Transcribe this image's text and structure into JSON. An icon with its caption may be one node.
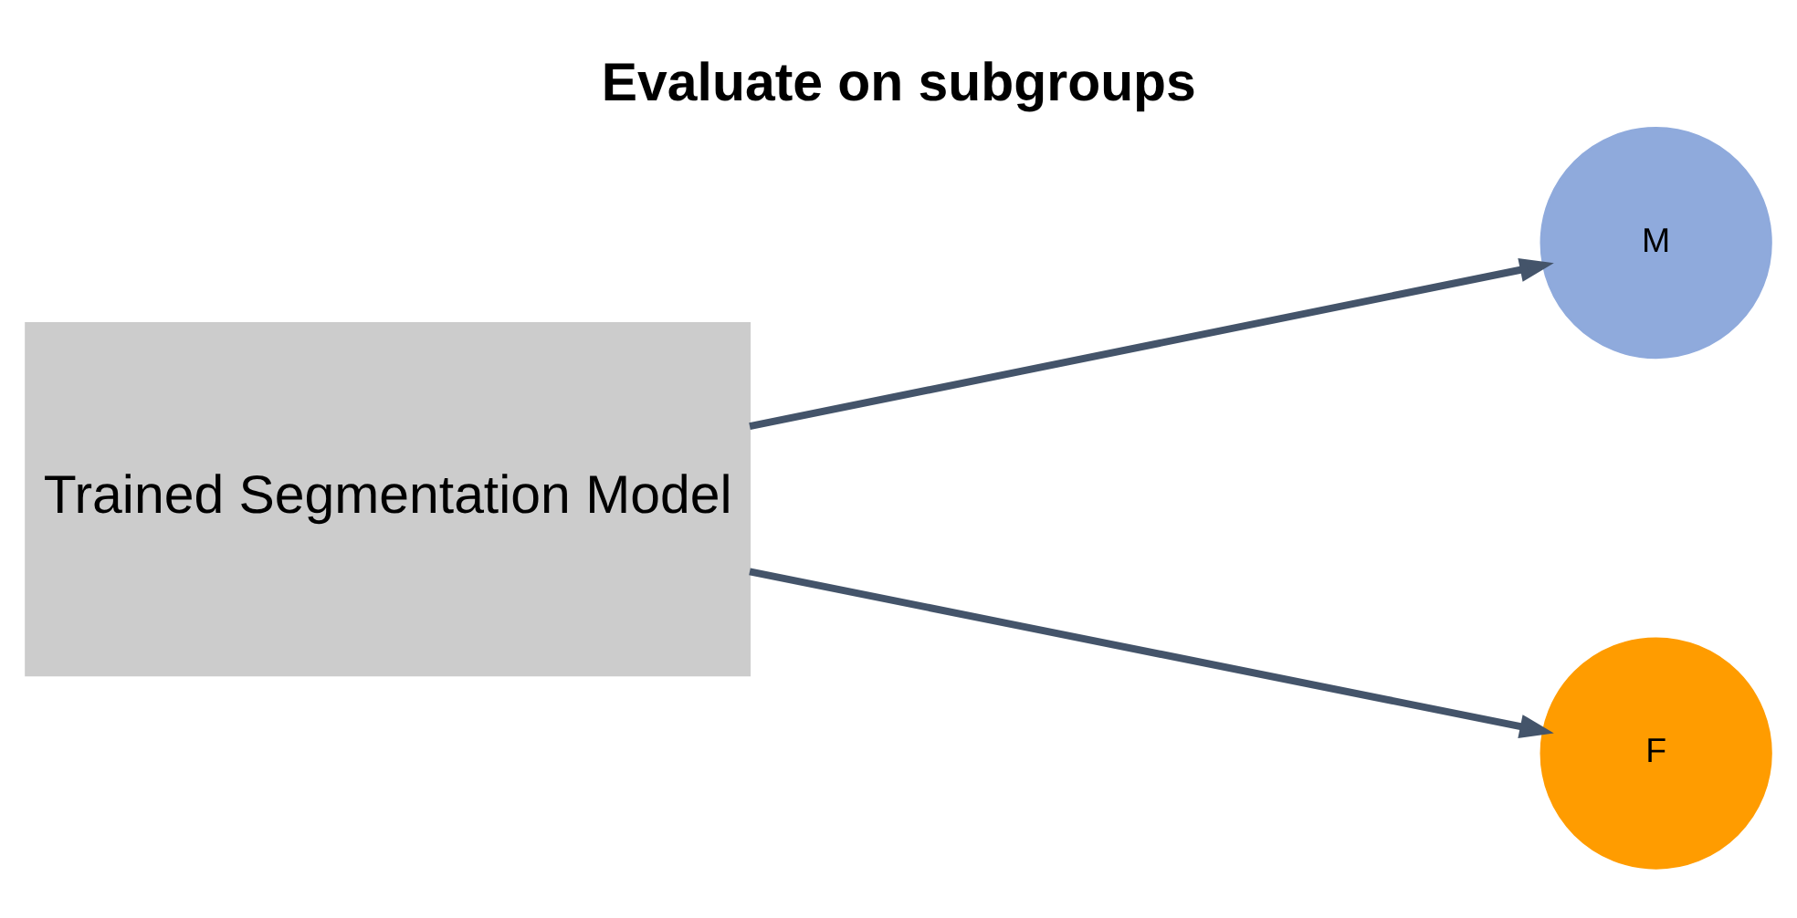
{
  "diagram": {
    "title": "Evaluate on subgroups",
    "nodes": [
      {
        "text": [
          "Trained Segmentation Model"
        ]
      },
      {
        "text": [
          "M"
        ]
      },
      {
        "text": [
          "F"
        ]
      }
    ],
    "edges": [
      {
        "from": 0,
        "to": 1,
        "arrow": "to"
      },
      {
        "from": 0,
        "to": 2,
        "arrow": "to"
      }
    ]
  }
}
